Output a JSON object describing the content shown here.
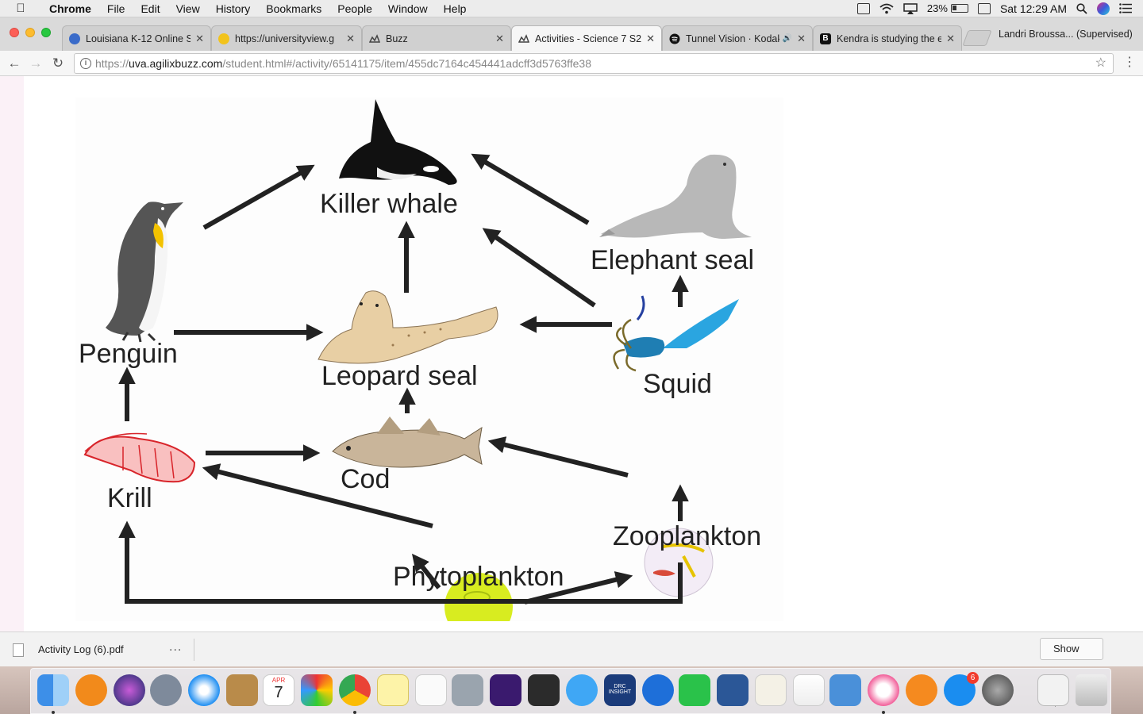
{
  "menubar": {
    "app_name": "Chrome",
    "menus": [
      "File",
      "Edit",
      "View",
      "History",
      "Bookmarks",
      "People",
      "Window",
      "Help"
    ],
    "battery": "23%",
    "clock": "Sat 12:29 AM"
  },
  "tabs": [
    {
      "title": "Louisiana K-12 Online S",
      "favicon": "globe-icon",
      "color": "#3a6bc9"
    },
    {
      "title": "https://universityview.g",
      "favicon": "lightbulb-icon",
      "color": "#f2c31c"
    },
    {
      "title": "Buzz",
      "favicon": "buzz-icon",
      "color": "#555555"
    },
    {
      "title": "Activities - Science 7 S2",
      "favicon": "buzz-icon",
      "color": "#555555"
    },
    {
      "title": "Tunnel Vision · Kodak",
      "favicon": "spotify-icon",
      "color": "#111111"
    },
    {
      "title": "Kendra is studying the e",
      "favicon": "brainly-icon",
      "color": "#111111"
    }
  ],
  "profile": "Landri Broussa... (Supervised)",
  "address": {
    "host": "uva.agilixbuzz.com",
    "path": "/student.html#/activity/65141175/item/455dc7164c454441adcff3d5763ffe38",
    "scheme": "https://"
  },
  "foodweb": {
    "labels": {
      "killer_whale": "Killer whale",
      "elephant_seal": "Elephant seal",
      "penguin": "Penguin",
      "leopard_seal": "Leopard seal",
      "squid": "Squid",
      "krill": "Krill",
      "cod": "Cod",
      "zooplankton": "Zooplankton",
      "phytoplankton": "Phytoplankton"
    }
  },
  "downloads": {
    "file_name": "Activity Log (6).pdf",
    "more": "...",
    "show_all": "Show"
  },
  "dock": {
    "calendar_month": "APR",
    "calendar_day": "7",
    "appstore_badge": "6",
    "drc_label": "DRC INSIGHT"
  }
}
